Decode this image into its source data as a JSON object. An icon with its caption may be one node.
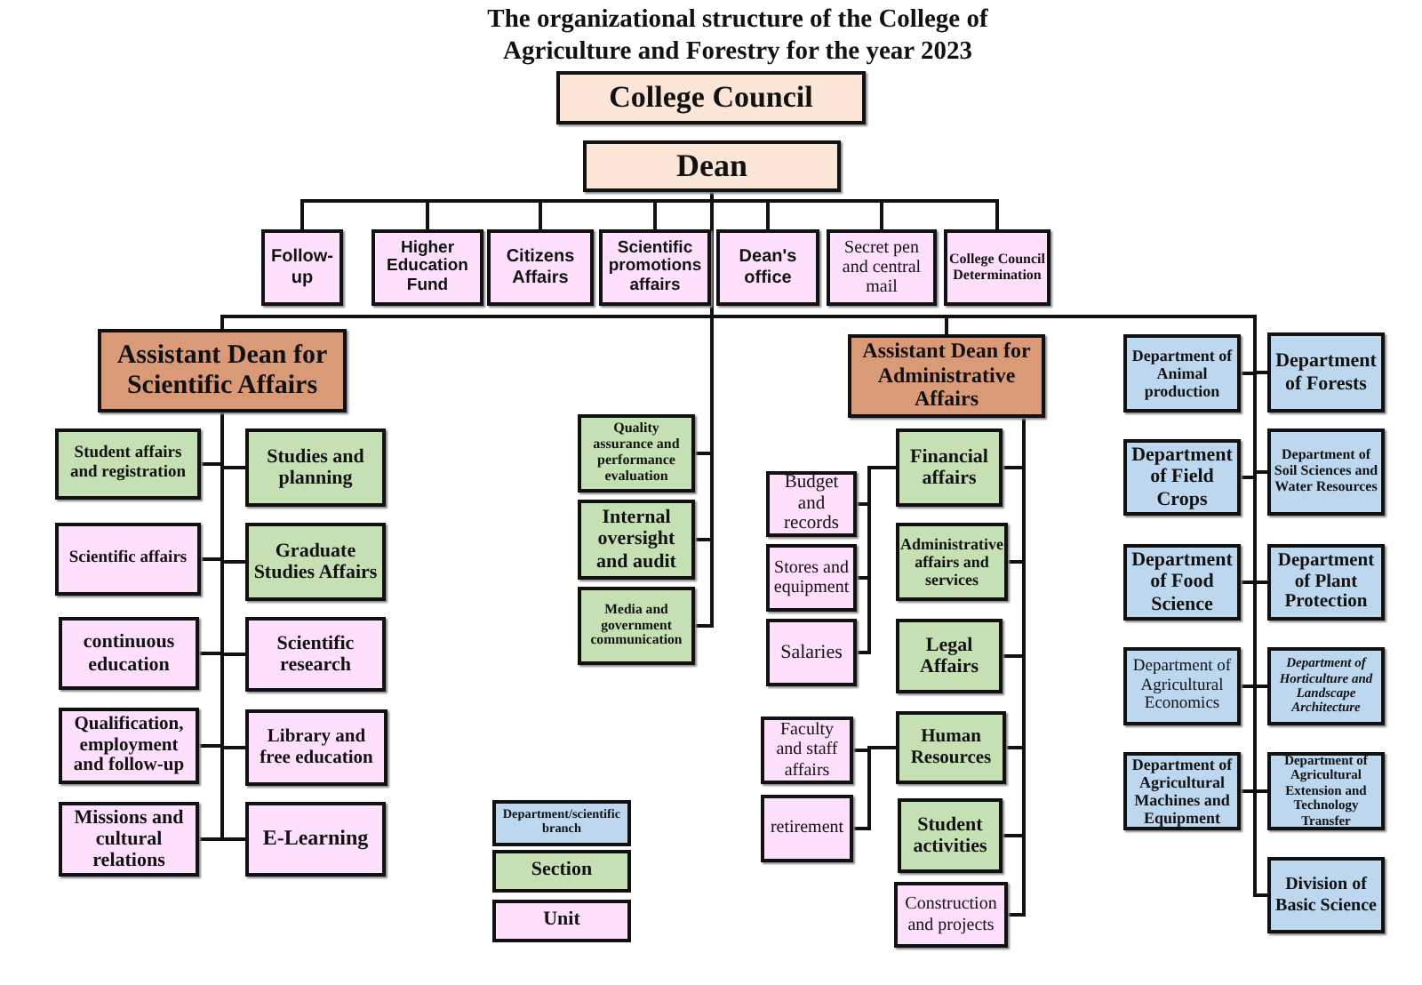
{
  "diagram": {
    "title": "The organizational structure of the College of Agriculture and Forestry for the year 2023",
    "nodes": [
      {
        "text": [
          "College Council"
        ]
      },
      {
        "text": [
          "Dean"
        ]
      },
      {
        "text": [
          "Follow-up"
        ]
      },
      {
        "text": [
          "Higher Education Fund"
        ]
      },
      {
        "text": [
          "Citizens Affairs"
        ]
      },
      {
        "text": [
          "Scientific promotions affairs"
        ]
      },
      {
        "text": [
          "Dean's office"
        ]
      },
      {
        "text": [
          "Secret pen and central mail"
        ]
      },
      {
        "text": [
          "College Council Determination"
        ]
      },
      {
        "text": [
          "Assistant Dean for Scientific Affairs"
        ]
      },
      {
        "text": [
          "Student affairs and registration"
        ]
      },
      {
        "text": [
          "Studies and planning"
        ]
      },
      {
        "text": [
          "Scientific affairs"
        ]
      },
      {
        "text": [
          "Graduate Studies Affairs"
        ]
      },
      {
        "text": [
          "continuous education"
        ]
      },
      {
        "text": [
          "Scientific research"
        ]
      },
      {
        "text": [
          "Qualification, employment and follow-up"
        ]
      },
      {
        "text": [
          "Library and free education"
        ]
      },
      {
        "text": [
          "Missions and cultural relations"
        ]
      },
      {
        "text": [
          "E-Learning"
        ]
      },
      {
        "text": [
          "Quality assurance and performance evaluation"
        ]
      },
      {
        "text": [
          "Internal oversight and audit"
        ]
      },
      {
        "text": [
          "Media and government communication"
        ]
      },
      {
        "text": [
          "Assistant Dean for Administrative Affairs"
        ]
      },
      {
        "text": [
          "Financial affairs"
        ]
      },
      {
        "text": [
          "Budget and records"
        ]
      },
      {
        "text": [
          "Stores and equipment"
        ]
      },
      {
        "text": [
          "Salaries"
        ]
      },
      {
        "text": [
          "Administrative affairs and services"
        ]
      },
      {
        "text": [
          "Legal Affairs"
        ]
      },
      {
        "text": [
          "Faculty and staff affairs"
        ]
      },
      {
        "text": [
          "retirement"
        ]
      },
      {
        "text": [
          "Human Resources"
        ]
      },
      {
        "text": [
          "Student activities"
        ]
      },
      {
        "text": [
          "Construction and projects"
        ]
      },
      {
        "text": [
          "Department of Animal production"
        ]
      },
      {
        "text": [
          "Department of Forests"
        ]
      },
      {
        "text": [
          "Department of Field Crops"
        ]
      },
      {
        "text": [
          "Department of Soil Sciences and Water Resources"
        ]
      },
      {
        "text": [
          "Department of Food Science"
        ]
      },
      {
        "text": [
          "Department of Plant Protection"
        ]
      },
      {
        "text": [
          "Department of Agricultural Economics"
        ]
      },
      {
        "text": [
          "Department of Horticulture and Landscape Architecture"
        ]
      },
      {
        "text": [
          "Department of Agricultural Machines and Equipment"
        ]
      },
      {
        "text": [
          "Department of Agricultural Extension and Technology Transfer"
        ]
      },
      {
        "text": [
          "Division of Basic Science"
        ]
      }
    ],
    "edges": [
      {
        "from": 1,
        "to": 2,
        "arrow": "none"
      },
      {
        "from": 1,
        "to": 3,
        "arrow": "none"
      },
      {
        "from": 1,
        "to": 4,
        "arrow": "none"
      },
      {
        "from": 1,
        "to": 5,
        "arrow": "none"
      },
      {
        "from": 1,
        "to": 6,
        "arrow": "none"
      },
      {
        "from": 1,
        "to": 7,
        "arrow": "none"
      },
      {
        "from": 1,
        "to": 8,
        "arrow": "none"
      },
      {
        "from": 1,
        "to": 9,
        "arrow": "none"
      },
      {
        "from": 1,
        "to": 23,
        "arrow": "none"
      },
      {
        "from": 1,
        "to": 20,
        "arrow": "none"
      },
      {
        "from": 1,
        "to": 21,
        "arrow": "none"
      },
      {
        "from": 1,
        "to": 22,
        "arrow": "none"
      },
      {
        "from": 1,
        "to": 35,
        "arrow": "none"
      },
      {
        "from": 1,
        "to": 36,
        "arrow": "none"
      },
      {
        "from": 1,
        "to": 37,
        "arrow": "none"
      },
      {
        "from": 1,
        "to": 38,
        "arrow": "none"
      },
      {
        "from": 1,
        "to": 39,
        "arrow": "none"
      },
      {
        "from": 1,
        "to": 40,
        "arrow": "none"
      },
      {
        "from": 1,
        "to": 41,
        "arrow": "none"
      },
      {
        "from": 1,
        "to": 42,
        "arrow": "none"
      },
      {
        "from": 1,
        "to": 43,
        "arrow": "none"
      },
      {
        "from": 1,
        "to": 44,
        "arrow": "none"
      },
      {
        "from": 1,
        "to": 45,
        "arrow": "none"
      },
      {
        "from": 9,
        "to": 10,
        "arrow": "none"
      },
      {
        "from": 9,
        "to": 11,
        "arrow": "none"
      },
      {
        "from": 9,
        "to": 12,
        "arrow": "none"
      },
      {
        "from": 9,
        "to": 13,
        "arrow": "none"
      },
      {
        "from": 9,
        "to": 14,
        "arrow": "none"
      },
      {
        "from": 9,
        "to": 15,
        "arrow": "none"
      },
      {
        "from": 9,
        "to": 16,
        "arrow": "none"
      },
      {
        "from": 9,
        "to": 17,
        "arrow": "none"
      },
      {
        "from": 9,
        "to": 18,
        "arrow": "none"
      },
      {
        "from": 9,
        "to": 19,
        "arrow": "none"
      },
      {
        "from": 23,
        "to": 24,
        "arrow": "none"
      },
      {
        "from": 23,
        "to": 28,
        "arrow": "none"
      },
      {
        "from": 23,
        "to": 29,
        "arrow": "none"
      },
      {
        "from": 23,
        "to": 32,
        "arrow": "none"
      },
      {
        "from": 23,
        "to": 33,
        "arrow": "none"
      },
      {
        "from": 23,
        "to": 34,
        "arrow": "none"
      },
      {
        "from": 24,
        "to": 25,
        "arrow": "none"
      },
      {
        "from": 24,
        "to": 26,
        "arrow": "none"
      },
      {
        "from": 24,
        "to": 27,
        "arrow": "none"
      },
      {
        "from": 32,
        "to": 30,
        "arrow": "none"
      },
      {
        "from": 32,
        "to": 31,
        "arrow": "none"
      }
    ],
    "legend": [
      {
        "text": "Department/scientific branch",
        "color": "#bdd7ee"
      },
      {
        "text": "Section",
        "color": "#c5e0b3"
      },
      {
        "text": "Unit",
        "color": "#ffe0fc"
      }
    ]
  }
}
